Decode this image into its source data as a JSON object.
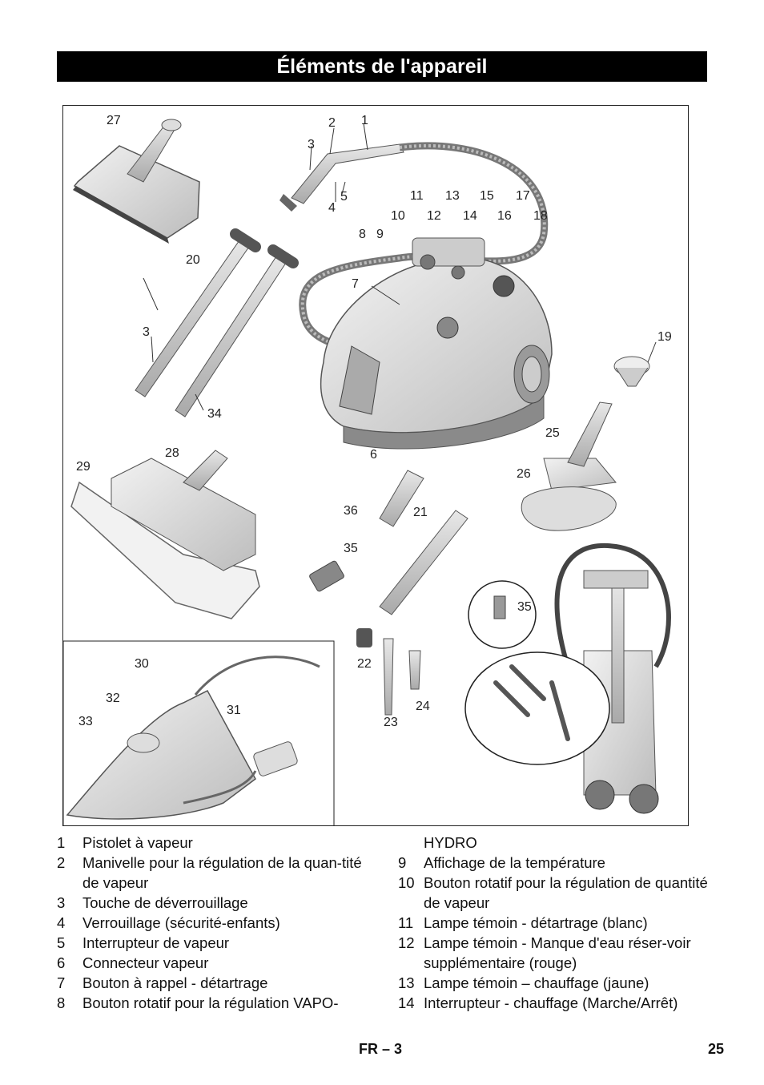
{
  "page": {
    "title": "Éléments de l'appareil",
    "footer_lang": "FR",
    "footer_sep_page": "– 3",
    "page_number": "25"
  },
  "figure": {
    "callouts": [
      "1",
      "2",
      "3",
      "4",
      "5",
      "6",
      "7",
      "8",
      "9",
      "10",
      "11",
      "12",
      "13",
      "14",
      "15",
      "16",
      "17",
      "18",
      "19",
      "20",
      "3",
      "34",
      "21",
      "22",
      "23",
      "24",
      "25",
      "26",
      "27",
      "28",
      "29",
      "30",
      "31",
      "32",
      "33",
      "35",
      "35",
      "36"
    ]
  },
  "legend": {
    "left": [
      {
        "num": "1",
        "text": "Pistolet à vapeur"
      },
      {
        "num": "2",
        "text": "Manivelle pour la régulation de la quan-tité de vapeur"
      },
      {
        "num": "3",
        "text": "Touche de déverrouillage"
      },
      {
        "num": "4",
        "text": "Verrouillage (sécurité-enfants)"
      },
      {
        "num": "5",
        "text": "Interrupteur de vapeur"
      },
      {
        "num": "6",
        "text": "Connecteur vapeur"
      },
      {
        "num": "7",
        "text": "Bouton à rappel - détartrage"
      },
      {
        "num": "8",
        "text": "Bouton rotatif pour la régulation VAPO-"
      }
    ],
    "right_continuation": "HYDRO",
    "right": [
      {
        "num": "9",
        "text": "Affichage de la température"
      },
      {
        "num": "10",
        "text": "Bouton rotatif pour la régulation de quantité de vapeur"
      },
      {
        "num": "11",
        "text": "Lampe témoin - détartrage (blanc)"
      },
      {
        "num": "12",
        "text": "Lampe témoin - Manque d'eau réser-voir supplémentaire (rouge)"
      },
      {
        "num": "13",
        "text": "Lampe témoin – chauffage (jaune)"
      },
      {
        "num": "14",
        "text": "Interrupteur - chauffage (Marche/Arrêt)"
      }
    ]
  }
}
